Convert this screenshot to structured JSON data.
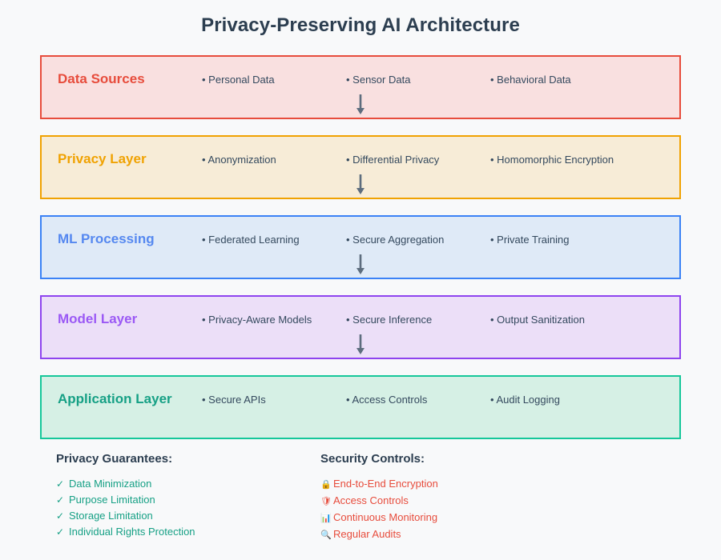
{
  "title": "Privacy-Preserving AI Architecture",
  "background_color": "#f8f9fa",
  "title_color": "#2c3e50",
  "arrow_color": "#5d6d7e",
  "arrow_glyph": "down-arrow",
  "layers": [
    {
      "name": "Data Sources",
      "border_color": "#e74c3c",
      "fill_color": "#f9e0e0",
      "title_color": "#e74c3c",
      "items": [
        "• Personal Data",
        "• Sensor Data",
        "• Behavioral Data"
      ],
      "has_arrow_below": true
    },
    {
      "name": "Privacy Layer",
      "border_color": "#f0a202",
      "fill_color": "#f7ecd7",
      "title_color": "#f0a202",
      "items": [
        "• Anonymization",
        "• Differential Privacy",
        "• Homomorphic Encryption"
      ],
      "has_arrow_below": true
    },
    {
      "name": "ML Processing",
      "border_color": "#3b82f6",
      "fill_color": "#dfeaf7",
      "title_color": "#5588f0",
      "items": [
        "• Federated Learning",
        "• Secure Aggregation",
        "• Private Training"
      ],
      "has_arrow_below": true
    },
    {
      "name": "Model Layer",
      "border_color": "#8e44ef",
      "fill_color": "#ecdff8",
      "title_color": "#9b59f5",
      "items": [
        "• Privacy-Aware Models",
        "• Secure Inference",
        "• Output Sanitization"
      ],
      "has_arrow_below": true
    },
    {
      "name": "Application Layer",
      "border_color": "#16c79a",
      "fill_color": "#d6f0e5",
      "title_color": "#16a085",
      "items": [
        "• Secure APIs",
        "• Access Controls",
        "• Audit Logging"
      ],
      "has_arrow_below": false
    }
  ],
  "footer": {
    "privacy_guarantees": {
      "heading": "Privacy Guarantees:",
      "color": "#16a085",
      "items": [
        {
          "mark": "✓",
          "mark_icon": "check-icon",
          "label": "Data Minimization"
        },
        {
          "mark": "✓",
          "mark_icon": "check-icon",
          "label": "Purpose Limitation"
        },
        {
          "mark": "✓",
          "mark_icon": "check-icon",
          "label": "Storage Limitation"
        },
        {
          "mark": "✓",
          "mark_icon": "check-icon",
          "label": "Individual Rights Protection"
        }
      ]
    },
    "security_controls": {
      "heading": "Security Controls:",
      "color": "#e74c3c",
      "items": [
        {
          "mark": "🔒",
          "mark_icon": "lock-icon",
          "label": "End-to-End Encryption"
        },
        {
          "mark": "🛡",
          "mark_icon": "shield-icon",
          "label": "Access Controls"
        },
        {
          "mark": "📊",
          "mark_icon": "bar-chart-icon",
          "label": "Continuous Monitoring"
        },
        {
          "mark": "🔍",
          "mark_icon": "magnifying-glass-icon",
          "label": "Regular Audits"
        }
      ]
    }
  }
}
